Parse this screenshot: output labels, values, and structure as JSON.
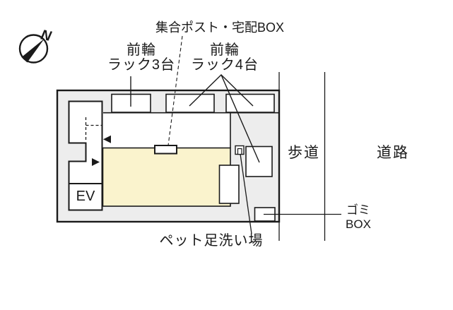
{
  "colors": {
    "site_fill": "#ededed",
    "room_fill": "#faf3cd",
    "line": "#1a1a1a",
    "paper": "#ffffff"
  },
  "compass": {
    "label": "N"
  },
  "labels": {
    "post_box": "集合ポスト・宅配BOX",
    "front_rack3": {
      "line1": "前輪",
      "line2": "ラック3台"
    },
    "front_rack4": {
      "line1": "前輪",
      "line2": "ラック4台"
    },
    "sidewalk": "歩道",
    "road": "道路",
    "trash": {
      "line1": "ゴミ",
      "line2": "BOX"
    },
    "pet_wash": "ペット足洗い場",
    "elevator": "EV"
  }
}
